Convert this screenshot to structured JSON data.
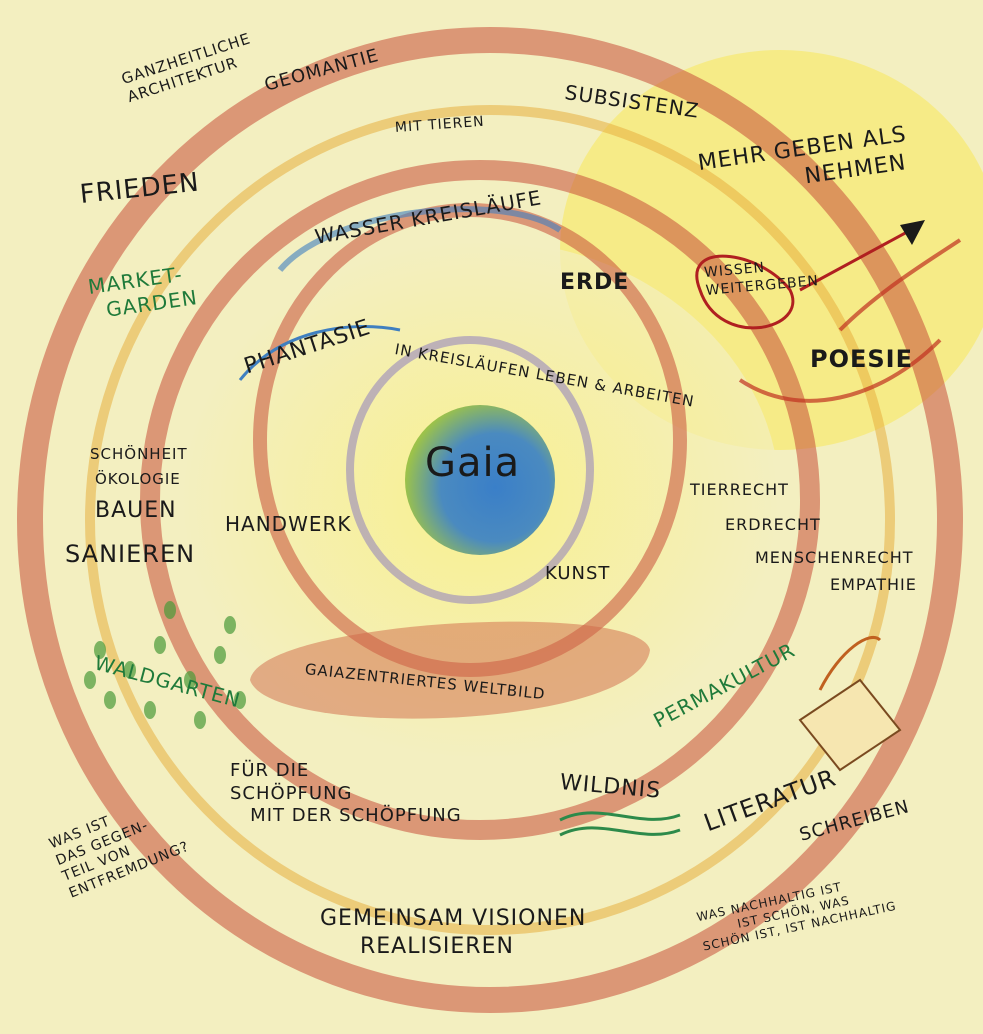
{
  "center": "Gaia",
  "labels": {
    "architektur": "Ganzheitliche\nArchitektur",
    "geomantie": "Geomantie",
    "subsistenz": "Subsistenz",
    "mit_tieren": "mit Tieren",
    "frieden": "Frieden",
    "mehr_geben": "Mehr geben als\n             nehmen",
    "wasser": "Wasser Kreisläufe",
    "market_garden": "Market-\n  Garden",
    "erde": "Erde",
    "wissen": "Wissen\nweitergeben",
    "phantasie": "Phantasie",
    "kreislaeufe": "In Kreisläufen leben & arbeiten",
    "poesie": "Poesie",
    "schoenheit": "Schönheit",
    "oekologie": "Ökologie",
    "bauen": "Bauen",
    "sanieren": "Sanieren",
    "handwerk": "Handwerk",
    "tierrecht": "Tierrecht",
    "erdrecht": "Erdrecht",
    "menschenrecht": "Menschenrecht",
    "empathie": "Empathie",
    "kunst": "Kunst",
    "waldgarten": "Waldgarten",
    "weltbild": "Gaiazentriertes Weltbild",
    "permakultur": "Permakultur",
    "schoepfung": "Für die\nSchöpfung\n   mit der Schöpfung",
    "wildnis": "Wildnis",
    "entfremdung": "Was ist\ndas Gegen-\nteil von\nEntfremdung?",
    "literatur": "Literatur",
    "schreiben": "Schreiben",
    "visionen": "Gemeinsam Visionen\n     realisieren",
    "nachhaltig": "Was nachhaltig ist\n        ist schön, was\nschön ist, ist nachhaltig"
  },
  "colors": {
    "paper": "#f3efc0",
    "red": "#c8503a",
    "yellow": "#f4e24a",
    "blue": "#3f7fc0",
    "green": "#2d8a4a"
  }
}
